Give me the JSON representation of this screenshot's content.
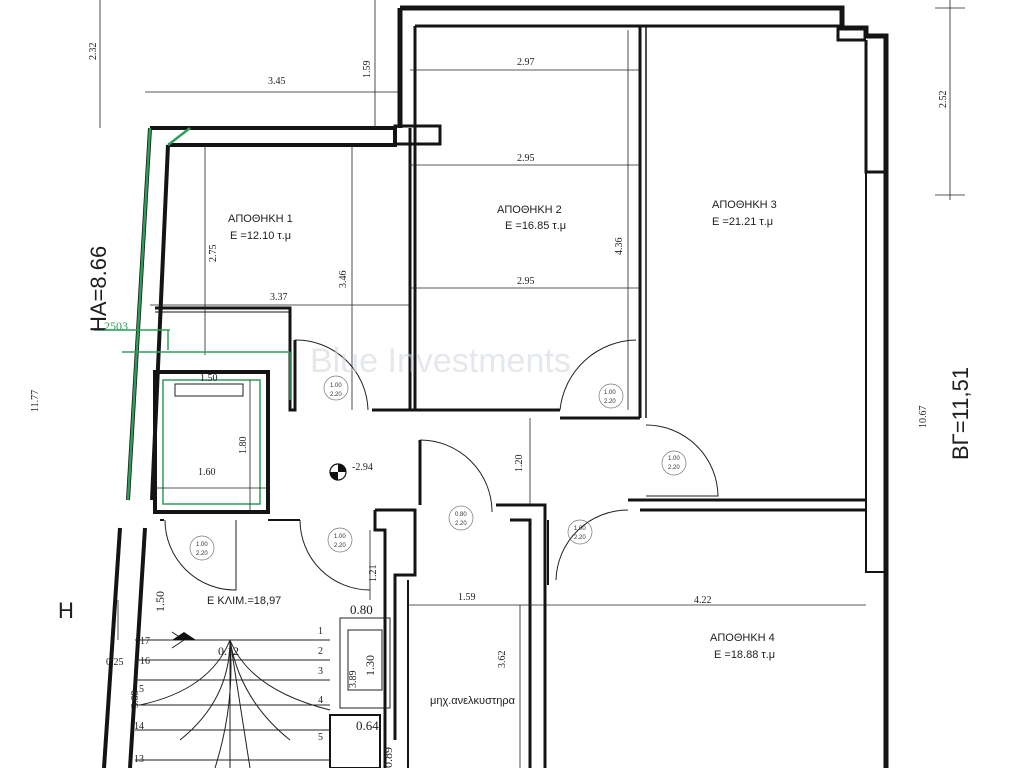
{
  "rooms": {
    "r1": {
      "name": "ΑΠΟΘΗΚΗ 1",
      "area": "Ε =12.10   τ.μ"
    },
    "r2": {
      "name": "ΑΠΟΘΗΚΗ 2",
      "area": "Ε =16.85   τ.μ"
    },
    "r3": {
      "name": "ΑΠΟΘΗΚΗ 3",
      "area": "Ε =21.21   τ.μ"
    },
    "r4": {
      "name": "ΑΠΟΘΗΚΗ 4",
      "area": "Ε =18.88   τ.μ"
    },
    "stair_area": "Ε ΚΛΙΜ.=18,97",
    "lift_machine": "μηχ.ανελκυστηρα"
  },
  "boundaries": {
    "ha": "ΗΑ=8.66",
    "vg": "ΒΓ=11,51",
    "corner_h": "Η",
    "code": "2503"
  },
  "watermark": "Blue Investments",
  "level": "-2.94",
  "dims": {
    "d232": "2.32",
    "d345": "3.45",
    "d159a": "1.59",
    "d297": "2.97",
    "d252": "2.52",
    "d295a": "2.95",
    "d275": "2.75",
    "d346": "3.46",
    "d436": "4.36",
    "d295b": "2.95",
    "d337": "3.37",
    "d1177": "11.77",
    "d1067": "10.67",
    "d150a": "1.50",
    "d180": "1.80",
    "d160": "1.60",
    "d120": "1.20",
    "d121": "1.21",
    "d080": "0.80",
    "d159b": "1.59",
    "d422": "4.22",
    "d150b": "1.50",
    "d362": "3.62",
    "d130": "1.30",
    "d012": "0.12",
    "d025": "0.25",
    "d389a": "3.89",
    "d389b": "3.89",
    "d064": "0.64",
    "d089": "0.89"
  },
  "doors": {
    "a": "1.00",
    "b": "2.20",
    "c": "0.80",
    "d": "1.00"
  },
  "stairs": [
    "1",
    "2",
    "3",
    "4",
    "5",
    "13",
    "14",
    "15",
    "16",
    "17"
  ]
}
